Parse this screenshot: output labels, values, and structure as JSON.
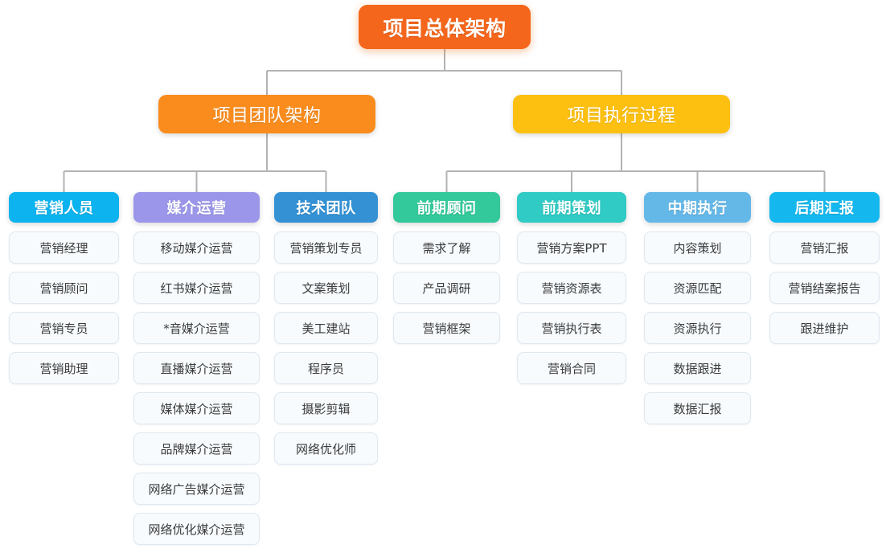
{
  "diagram": {
    "title": "项目总体架构",
    "root": {
      "label": "项目总体架构",
      "color": "#f4661b"
    },
    "level2": [
      {
        "label": "项目团队架构",
        "color": "#f98c1d"
      },
      {
        "label": "项目执行过程",
        "color": "#fdc010"
      }
    ],
    "columns": [
      {
        "header": "营销人员",
        "color": "#0cb3ef",
        "parent": "项目团队架构",
        "items": [
          "营销经理",
          "营销顾问",
          "营销专员",
          "营销助理"
        ]
      },
      {
        "header": "媒介运营",
        "color": "#9b96ea",
        "parent": "项目团队架构",
        "items": [
          "移动媒介运营",
          "红书媒介运营",
          "*音媒介运营",
          "直播媒介运营",
          "媒体媒介运营",
          "品牌媒介运营",
          "网络广告媒介运营",
          "网络优化媒介运营"
        ]
      },
      {
        "header": "技术团队",
        "color": "#3391d4",
        "parent": "项目团队架构",
        "items": [
          "营销策划专员",
          "文案策划",
          "美工建站",
          "程序员",
          "摄影剪辑",
          "网络优化师"
        ]
      },
      {
        "header": "前期顾问",
        "color": "#33c99a",
        "parent": "项目执行过程",
        "items": [
          "需求了解",
          "产品调研",
          "营销框架"
        ]
      },
      {
        "header": "前期策划",
        "color": "#2fcbc4",
        "parent": "项目执行过程",
        "items": [
          "营销方案PPT",
          "营销资源表",
          "营销执行表",
          "营销合同"
        ]
      },
      {
        "header": "中期执行",
        "color": "#64b8e8",
        "parent": "项目执行过程",
        "items": [
          "内容策划",
          "资源匹配",
          "资源执行",
          "数据跟进",
          "数据汇报"
        ]
      },
      {
        "header": "后期汇报",
        "color": "#14b8ee",
        "parent": "项目执行过程",
        "items": [
          "营销汇报",
          "营销结案报告",
          "跟进维护"
        ]
      }
    ],
    "connector_color": "#b3b3b3"
  }
}
